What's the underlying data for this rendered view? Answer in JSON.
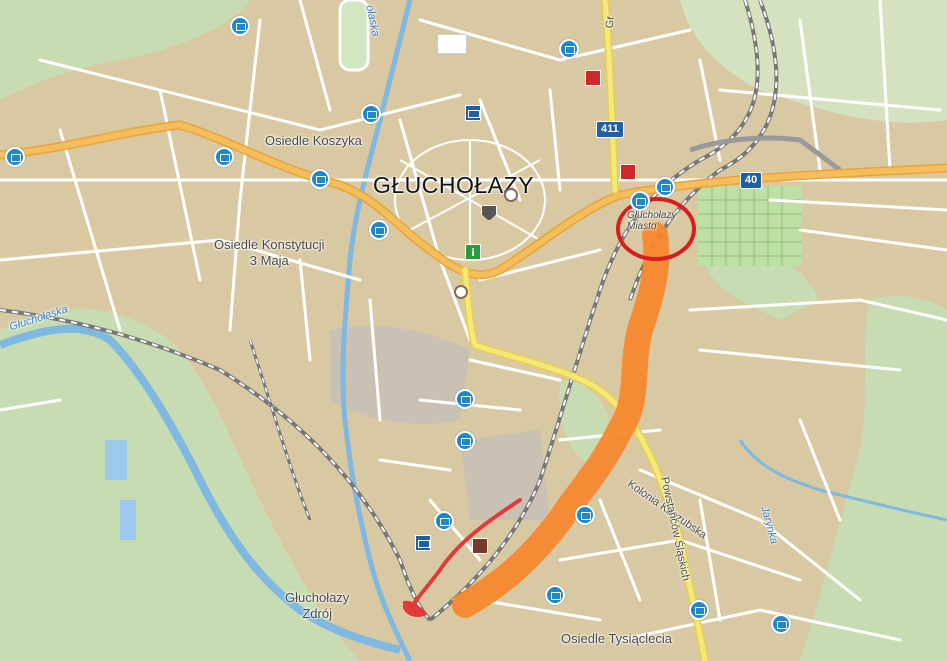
{
  "map": {
    "city_label": "GŁUCHOŁAZY",
    "districts": [
      {
        "id": "koszyka",
        "text": "Osiedle Koszyka"
      },
      {
        "id": "konstytucji",
        "text": "Osiedle Konstytucji\n3 Maja"
      },
      {
        "id": "zdroj",
        "text": "Głuchołazy\nZdrój"
      },
      {
        "id": "tysiaclecia",
        "text": "Osiedle Tysiąclecia"
      }
    ],
    "streets": {
      "kolonia": "Kolonia Kaszubska",
      "powstancow": "Powstańców Śląskich",
      "top": "Gr"
    },
    "rivers": {
      "glucholaska_left": "Głuchołaska",
      "glucholaska_top": "ołaska",
      "right": "Jarynka"
    },
    "station_label": "Głuchołazy Miasto",
    "road_shields": {
      "r411": "411",
      "r40": "40"
    },
    "poi_info_glyph": "i",
    "colors": {
      "land": "#d9c9a3",
      "green": "#c5dbb0",
      "road_main": "#f3b24c",
      "road_yellow": "#f3e06a",
      "water": "#7fb8e0",
      "route_orange": "#f7852a",
      "route_red": "#e23a3a",
      "highlight_ring": "#d61e1e"
    },
    "icons": {
      "bus": "bus-stop-icon",
      "mail": "post-office-icon",
      "info": "information-icon",
      "fuel": "fuel-station-icon",
      "museum": "museum-icon",
      "church": "church-icon",
      "shield": "town-hall-icon"
    }
  }
}
